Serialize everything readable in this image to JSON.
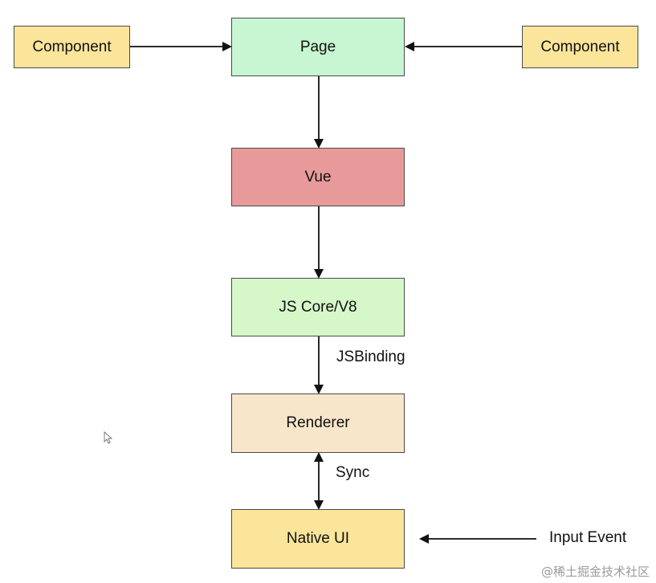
{
  "nodes": {
    "component_left": {
      "label": "Component",
      "fill": "#fae59a"
    },
    "page": {
      "label": "Page",
      "fill": "#c8f5d2"
    },
    "component_right": {
      "label": "Component",
      "fill": "#fae59a"
    },
    "vue": {
      "label": "Vue",
      "fill": "#e89a9a"
    },
    "js_core": {
      "label": "JS Core/V8",
      "fill": "#d6f7c8"
    },
    "renderer": {
      "label": "Renderer",
      "fill": "#f7e6c9"
    },
    "native_ui": {
      "label": "Native UI",
      "fill": "#fae59a"
    }
  },
  "edges": {
    "jsbinding": "JSBinding",
    "sync": "Sync",
    "input_event": "Input Event"
  },
  "watermark": "@稀土掘金技术社区",
  "colors": {
    "stroke": "#4a4a4a",
    "arrow": "#111111"
  }
}
